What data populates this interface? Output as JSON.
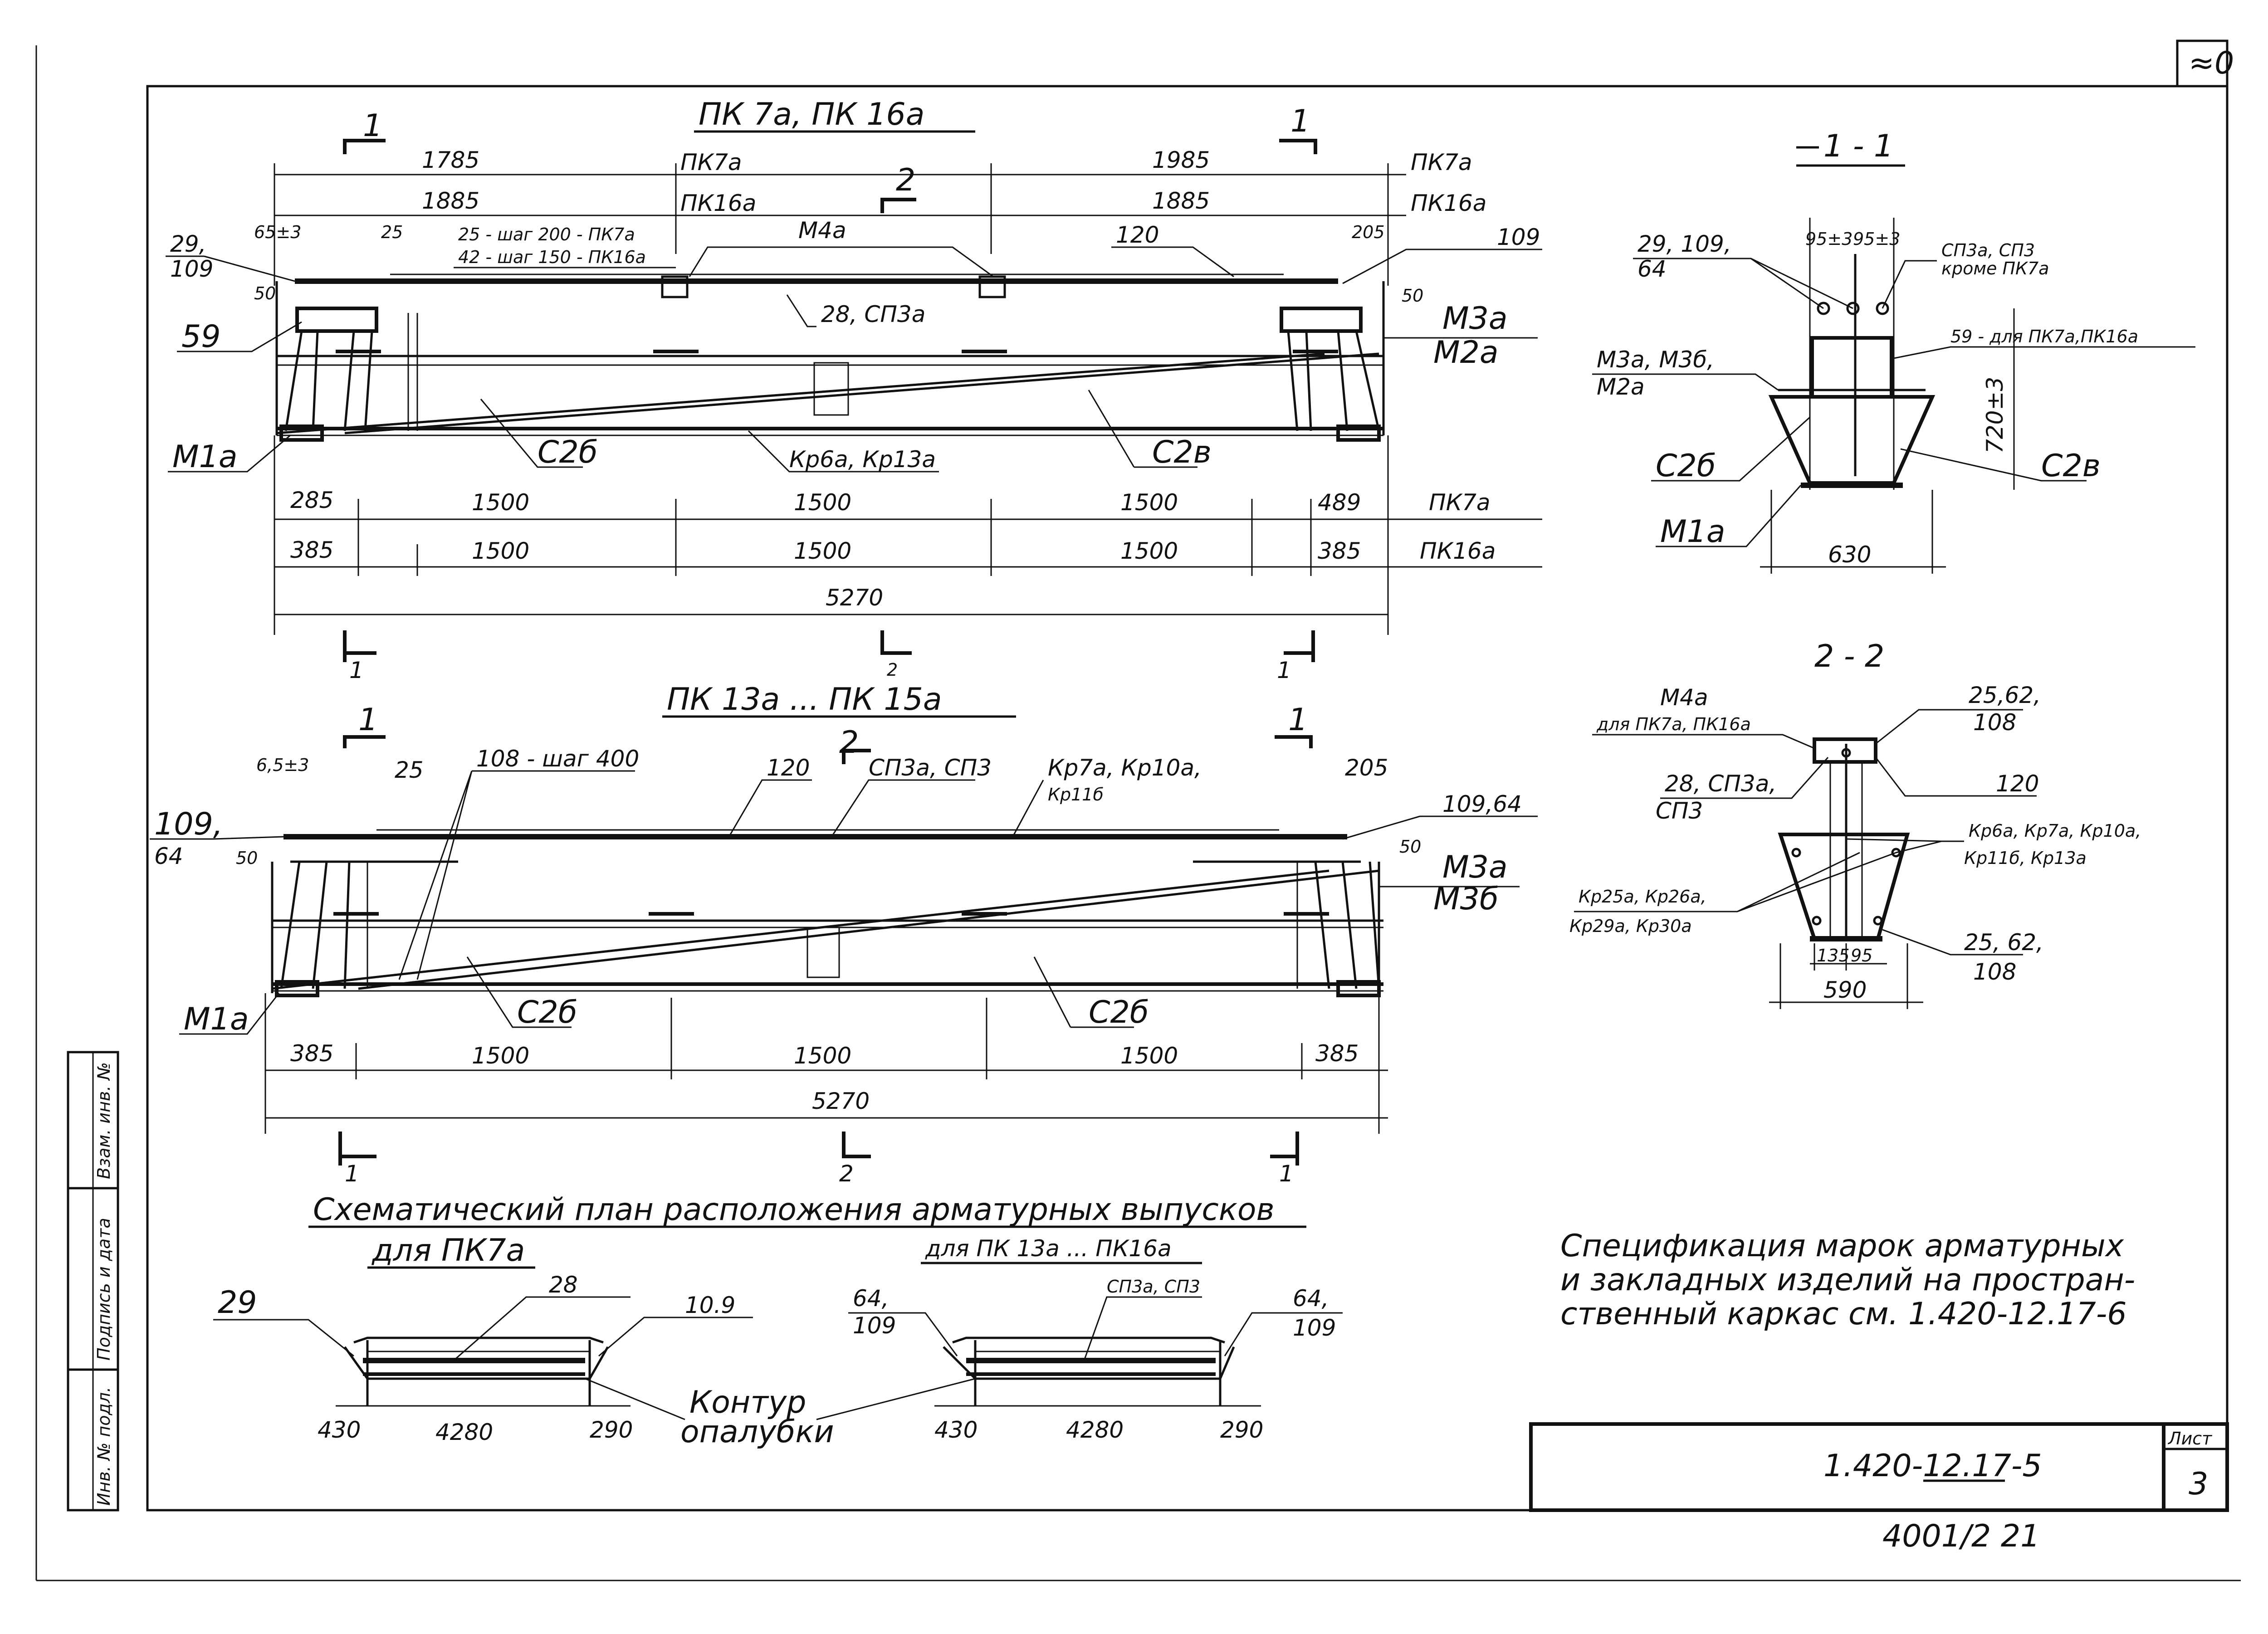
{
  "corner_mark": "≈0",
  "elev1": {
    "title": "ПК 7а, ПК 16а",
    "cut_1": "1",
    "cut_2": "2",
    "top_dims": {
      "left_pk7": "1785",
      "left_pk16": "1885",
      "right_pk7": "1985",
      "right_pk16": "1885",
      "tag_pk7": "ПК7а",
      "tag_pk16": "ПК16а"
    },
    "labels": {
      "a_29": "29,",
      "a_109": "109",
      "a_65": "65±3",
      "a_25": "25",
      "a_step1": "25 - шаг 200 - ПК7а",
      "a_step2": "42 - шаг 150 - ПК16а",
      "a_m4a": "М4а",
      "a_120": "120",
      "a_205": "205",
      "a_109r": "109",
      "a_50l": "50",
      "a_50r": "50",
      "a_59": "59",
      "a_28sp": "28, СП3а",
      "a_m3a": "М3а",
      "a_m2a": "М2а",
      "a_m1a": "М1а",
      "a_c2b": "С2б",
      "a_kr": "Кр6а, Кр13а",
      "a_c2v": "С2в"
    },
    "bottom_pk7": [
      "285",
      "1500",
      "1500",
      "1500",
      "489"
    ],
    "bottom_pk16": [
      "385",
      "1500",
      "1500",
      "1500",
      "385"
    ],
    "tag_pk7": "ПК7а",
    "tag_pk16": "ПК16а",
    "overall": "5270",
    "foot_cuts": [
      "1",
      "2",
      "1"
    ]
  },
  "elev2": {
    "title": "ПК 13а ... ПК 15а",
    "cut_1": "1",
    "cut_2": "2",
    "labels": {
      "a_65": "6,5±3",
      "a_25": "25",
      "a_108": "108 - шаг 400",
      "a_120": "120",
      "a_sp": "СП3а, СП3",
      "a_kr1": "Кр7а, Кр10а,",
      "a_kr2": "Кр11б",
      "a_205": "205",
      "a_10964": "109,64",
      "a_109": "109,",
      "a_64": "64",
      "a_50l": "50",
      "a_50r": "50",
      "a_m3a": "М3а",
      "a_m3b": "М3б",
      "a_m1a": "М1а",
      "a_c2b": "С2б",
      "a_c2b2": "С2б"
    },
    "bottom": [
      "385",
      "1500",
      "1500",
      "1500",
      "385"
    ],
    "overall": "5270",
    "foot_cuts": [
      "1",
      "2",
      "1"
    ]
  },
  "sec11": {
    "title": "1 - 1",
    "labels": {
      "a_29": "29, 109,",
      "a_64": "64",
      "a_95l": "95±3",
      "a_95r": "95±3",
      "a_sp": "СП3а, СП3",
      "a_krome": "кроме ПК7а",
      "a_59": "59 - для ПК7а,ПК16а",
      "a_m3": "М3а, М3б,",
      "a_m2": "М2а",
      "a_720": "720±3",
      "a_c2b": "С2б",
      "a_c2v": "С2в",
      "a_m1a": "М1а",
      "a_630": "630"
    }
  },
  "sec22": {
    "title": "2 - 2",
    "labels": {
      "a_m4a": "М4а",
      "a_dlya": "для ПК7а, ПК16а",
      "a_2562": "25,62,",
      "a_108": "108",
      "a_28": "28, СП3а,",
      "a_sp3": "СП3",
      "a_120": "120",
      "a_kr1": "Кр6а, Кр7а, Кр10а,",
      "a_kr2": "Кр11б, Кр13а",
      "a_kr3": "Кр25а, Кр26а,",
      "a_kr4": "Кр29а, Кр30а",
      "a_2562b": "25, 62,",
      "a_108b": "108",
      "a_135": "135",
      "a_95": "95",
      "a_590": "590"
    }
  },
  "plan": {
    "title": "Схематический план расположения арматурных выпусков",
    "left_sub": "для ПК7а",
    "right_sub": "для ПК 13а ... ПК16а",
    "left": {
      "a_29": "29",
      "a_28": "28",
      "a_109": "10.9",
      "d1": "430",
      "d2": "4280",
      "d3": "290"
    },
    "right": {
      "a_64": "64,",
      "a_109": "109",
      "a_sp": "СП3а, СП3",
      "a_64r": "64,",
      "a_109r": "109",
      "d1": "430",
      "d2": "4280",
      "d3": "290"
    },
    "contour1": "Контур",
    "contour2": "опалубки"
  },
  "note": {
    "line1": "Спецификация марок арматурных",
    "line2": "и закладных изделий на простран-",
    "line3": "ственный каркас  см. 1.420-12.17-6"
  },
  "stamp": {
    "code": "1.420-12.17-5",
    "sheet_label": "Лист",
    "sheet_no": "3"
  },
  "bottom_mark": "4001/2  21",
  "side": {
    "c1": "Инв. № подл.",
    "c2": "Подпись и дата",
    "c3": "Взам. инв. №"
  }
}
